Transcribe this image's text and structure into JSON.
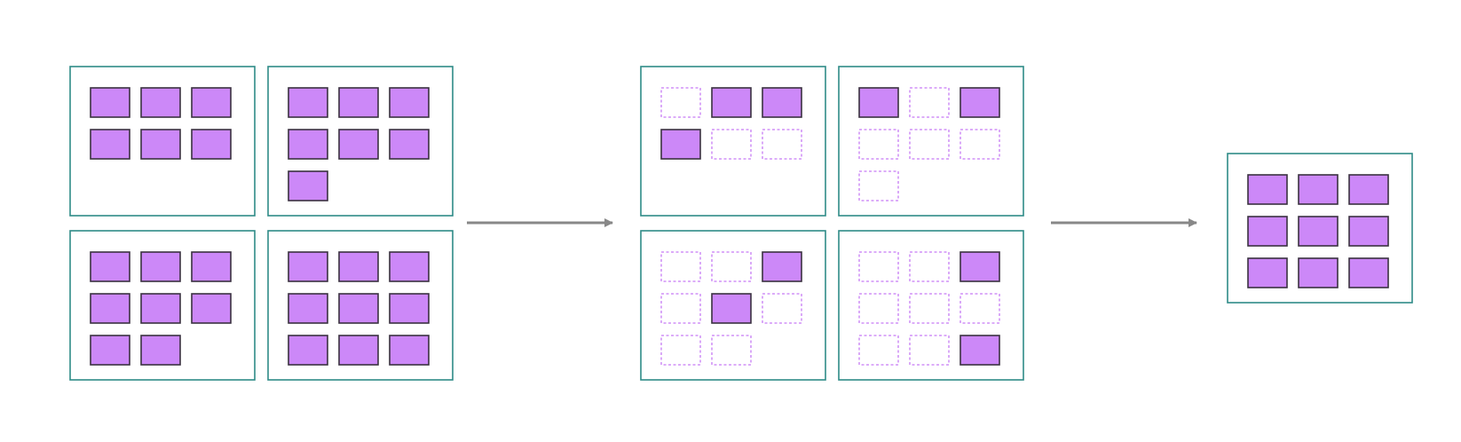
{
  "colors": {
    "background": "#ffffff",
    "panel_border": "#2e8b87",
    "cell_fill": "#cc88f8",
    "cell_border": "#3a3140",
    "empty_cell_border": "#c77bf5",
    "arrow": "#888888"
  },
  "stages": [
    {
      "name": "input",
      "panels": [
        {
          "rows": [
            [
              "filled",
              "filled",
              "filled"
            ],
            [
              "filled",
              "filled",
              "filled"
            ]
          ]
        },
        {
          "rows": [
            [
              "filled",
              "filled",
              "filled"
            ],
            [
              "filled",
              "filled",
              "filled"
            ],
            [
              "filled"
            ]
          ]
        },
        {
          "rows": [
            [
              "filled",
              "filled",
              "filled"
            ],
            [
              "filled",
              "filled",
              "filled"
            ],
            [
              "filled",
              "filled"
            ]
          ]
        },
        {
          "rows": [
            [
              "filled",
              "filled",
              "filled"
            ],
            [
              "filled",
              "filled",
              "filled"
            ],
            [
              "filled",
              "filled",
              "filled"
            ]
          ]
        }
      ]
    },
    {
      "name": "selection",
      "panels": [
        {
          "rows": [
            [
              "empty",
              "filled",
              "filled"
            ],
            [
              "filled",
              "empty",
              "empty"
            ]
          ]
        },
        {
          "rows": [
            [
              "filled",
              "empty",
              "filled"
            ],
            [
              "empty",
              "empty",
              "empty"
            ],
            [
              "empty"
            ]
          ]
        },
        {
          "rows": [
            [
              "empty",
              "empty",
              "filled"
            ],
            [
              "empty",
              "filled",
              "empty"
            ],
            [
              "empty",
              "empty"
            ]
          ]
        },
        {
          "rows": [
            [
              "empty",
              "empty",
              "filled"
            ],
            [
              "empty",
              "empty",
              "empty"
            ],
            [
              "empty",
              "empty",
              "filled"
            ]
          ]
        }
      ]
    },
    {
      "name": "output",
      "panels": [
        {
          "rows": [
            [
              "filled",
              "filled",
              "filled"
            ],
            [
              "filled",
              "filled",
              "filled"
            ],
            [
              "filled",
              "filled",
              "filled"
            ]
          ]
        }
      ]
    }
  ],
  "arrows": [
    {
      "from": "input",
      "to": "selection"
    },
    {
      "from": "selection",
      "to": "output"
    }
  ]
}
